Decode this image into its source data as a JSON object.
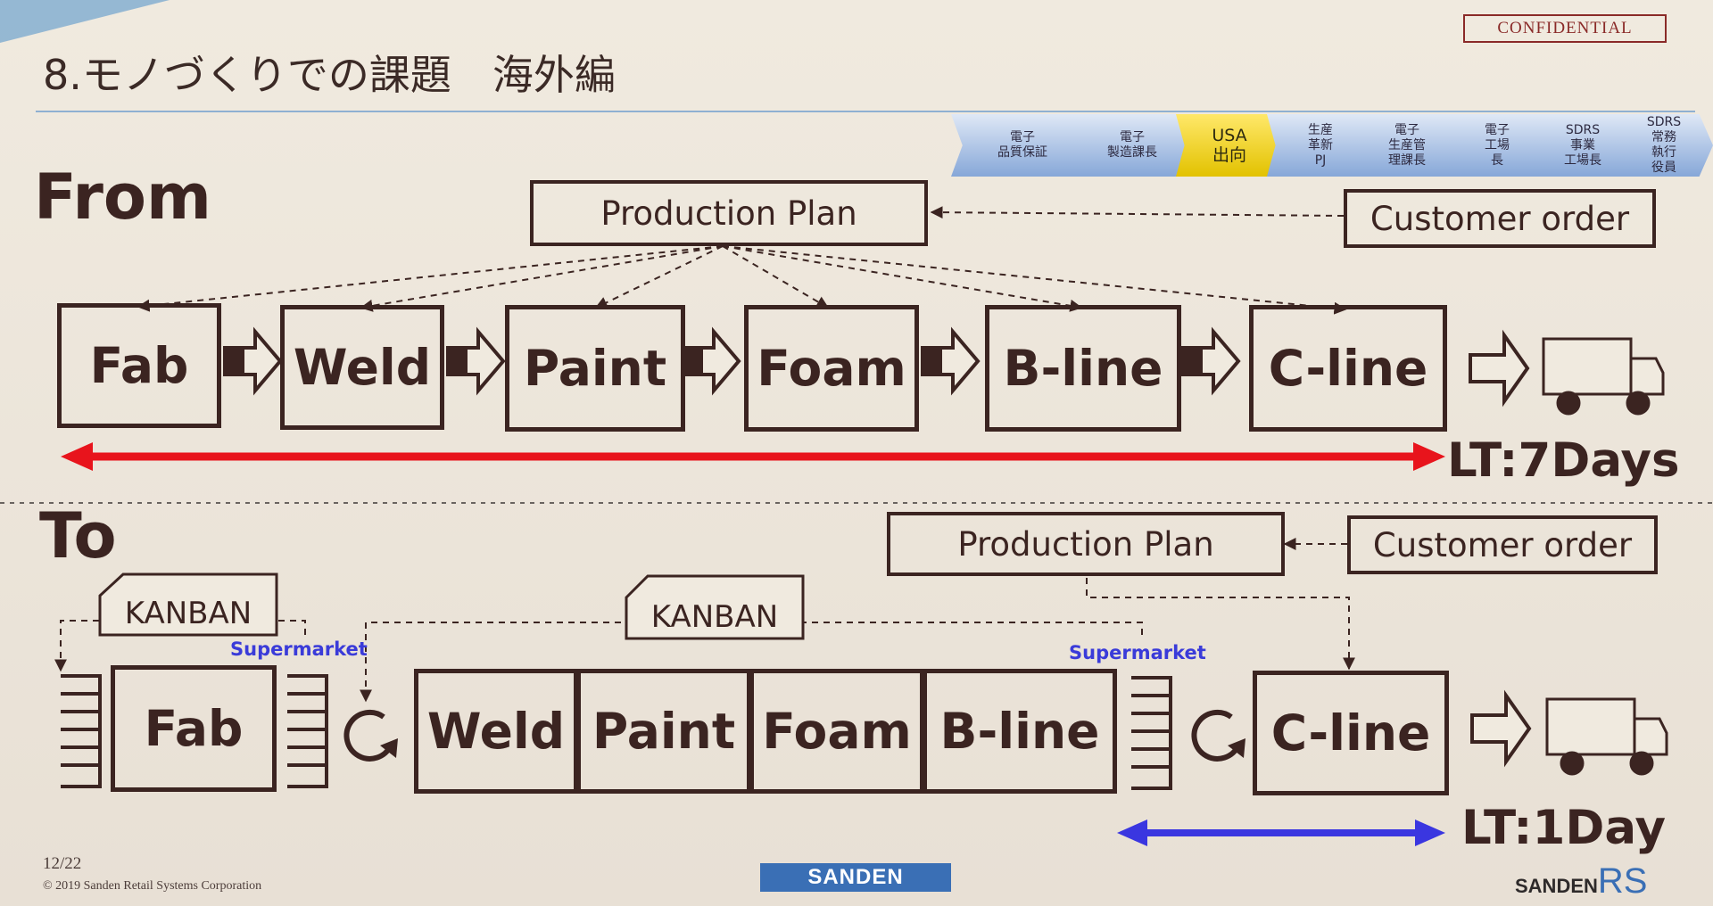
{
  "header": {
    "title": "8.モノづくりでの課題　海外編",
    "confidential": "CONFIDENTIAL"
  },
  "career_path": [
    {
      "label": "電子\n品質保証",
      "highlight": false
    },
    {
      "label": "電子\n製造課長",
      "highlight": false
    },
    {
      "label": "USA\n出向",
      "highlight": true
    },
    {
      "label": "生産\n革新\nPJ",
      "highlight": false
    },
    {
      "label": "電子\n生産管\n理課長",
      "highlight": false
    },
    {
      "label": "電子\n工場\n長",
      "highlight": false
    },
    {
      "label": "SDRS\n事業\n工場長",
      "highlight": false
    },
    {
      "label": "SDRS\n常務\n執行\n役員",
      "highlight": false
    }
  ],
  "from": {
    "heading": "From",
    "production_plan": "Production Plan",
    "customer_order": "Customer order",
    "processes": [
      "Fab",
      "Weld",
      "Paint",
      "Foam",
      "B-line",
      "C-line"
    ],
    "lead_time": "LT:7Days",
    "lead_time_color": "#e8141c"
  },
  "to": {
    "heading": "To",
    "production_plan": "Production Plan",
    "customer_order": "Customer order",
    "kanban_labels": [
      "KANBAN",
      "KANBAN"
    ],
    "supermarket_labels": [
      "Supermarket",
      "Supermarket"
    ],
    "fab": "Fab",
    "combined_line": [
      "Weld",
      "Paint",
      "Foam",
      "B-line"
    ],
    "c_line": "C-line",
    "lead_time": "LT:1Day",
    "lead_time_color": "#3a36e0"
  },
  "footer": {
    "page": "12/22",
    "copyright": "© 2019 Sanden Retail Systems Corporation",
    "center_logo": "SANDEN",
    "right_logo": "SANDEN",
    "right_logo_suffix": "RS"
  }
}
